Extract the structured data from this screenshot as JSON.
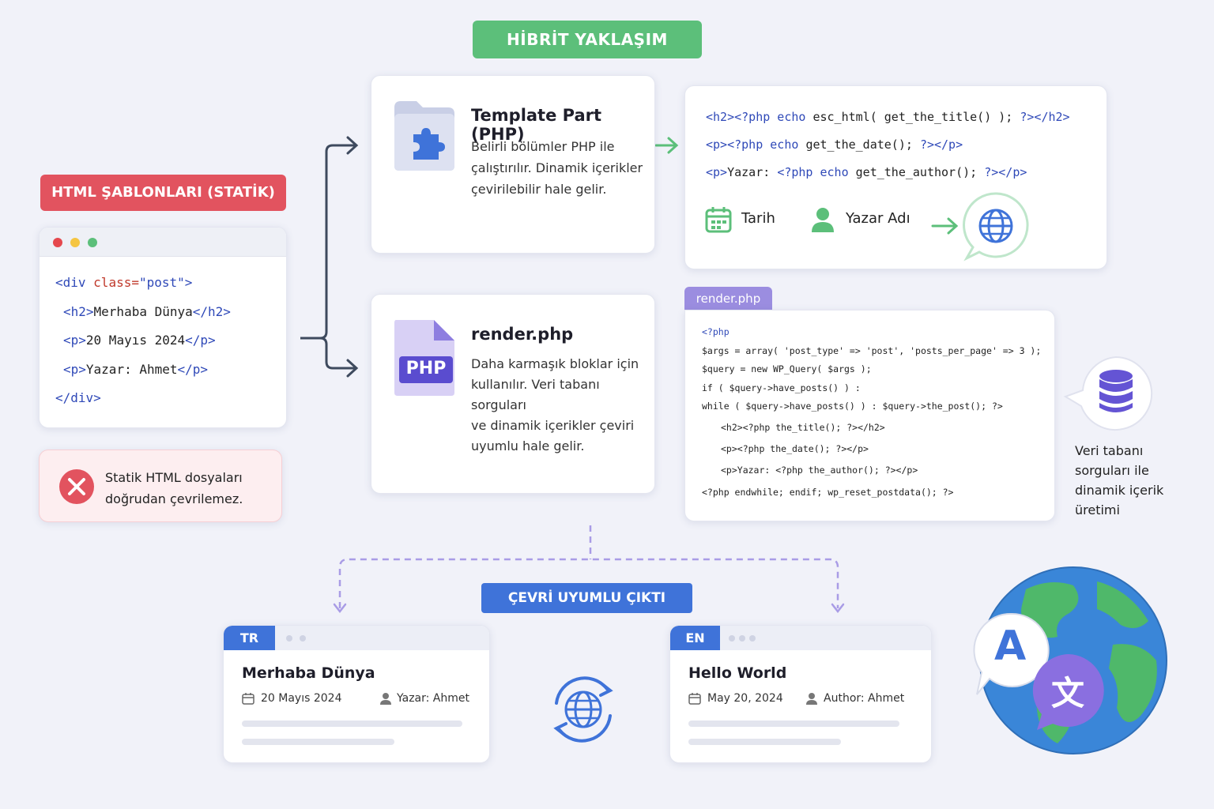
{
  "hybrid_title": "HİBRİT YAKLAŞIM",
  "static": {
    "label": "HTML ŞABLONLARI (STATİK)",
    "code": [
      {
        "a": "<div ",
        "b": "class=",
        "c": "\"post\"",
        "d": ">"
      },
      {
        "a": "<h2>",
        "b": "Merhaba Dünya",
        "c": "</h2>"
      },
      {
        "a": "<p>",
        "b": "20 Mayıs 2024",
        "c": "</p>"
      },
      {
        "a": "<p>",
        "b": "Yazar: Ahmet",
        "c": "</p>"
      },
      {
        "a": "</div>"
      }
    ],
    "error_text": [
      "Statik HTML dosyaları",
      "doğrudan çevrilemez."
    ]
  },
  "template_part": {
    "title": "Template Part (PHP)",
    "desc": [
      "Belirli bölümler PHP ile",
      "çalıştırılır. Dinamik içerikler",
      "çevirilebilir hale gelir."
    ],
    "code": [
      {
        "a": "<h2><?php echo ",
        "b": "esc_html( get_the_title() ); ",
        "c": "?></h2>"
      },
      {
        "a": "<p><?php echo ",
        "b": "get_the_date(); ",
        "c": "?></p>"
      },
      {
        "a": "<p>",
        "b": "Yazar: ",
        "c": "<?php echo ",
        "d": "get_the_author(); ",
        "e": "?></p>"
      }
    ],
    "date_label": "Tarih",
    "author_label": "Yazar Adı"
  },
  "render": {
    "title": "render.php",
    "badge": "PHP",
    "desc": [
      "Daha karmaşık bloklar için",
      "kullanılır. Veri tabanı sorguları",
      "ve dinamik içerikler çeviri",
      "uyumlu hale gelir."
    ],
    "tab": "render.php",
    "code": [
      "<?php",
      "$args = array( 'post_type' => 'post', 'posts_per_page' => 3 );",
      "$query = new WP_Query( $args );",
      "if ( $query->have_posts() ) :",
      "while ( $query->have_posts() ) : $query->the_post(); ?>",
      "<h2><?php the_title(); ?></h2>",
      "<p><?php the_date(); ?></p>",
      "<p>Yazar: <?php the_author(); ?></p>",
      "<?php endwhile; endif; wp_reset_postdata(); ?>"
    ],
    "db_caption": [
      "Veri tabanı",
      "sorguları ile",
      "dinamik içerik",
      "üretimi"
    ]
  },
  "output": {
    "label": "ÇEVRİ UYUMLU ÇIKTI",
    "tr": {
      "lang": "TR",
      "title": "Merhaba Dünya",
      "date": "20 Mayıs 2024",
      "author": "Yazar: Ahmet"
    },
    "en": {
      "lang": "EN",
      "title": "Hello World",
      "date": "May 20, 2024",
      "author": "Author: Ahmet"
    }
  },
  "translate_icon": {
    "a": "A",
    "b": "文"
  },
  "colors": {
    "green": "#5cbf7a",
    "red": "#e2535f",
    "blue": "#3f73d9",
    "purple": "#9b8de0"
  }
}
